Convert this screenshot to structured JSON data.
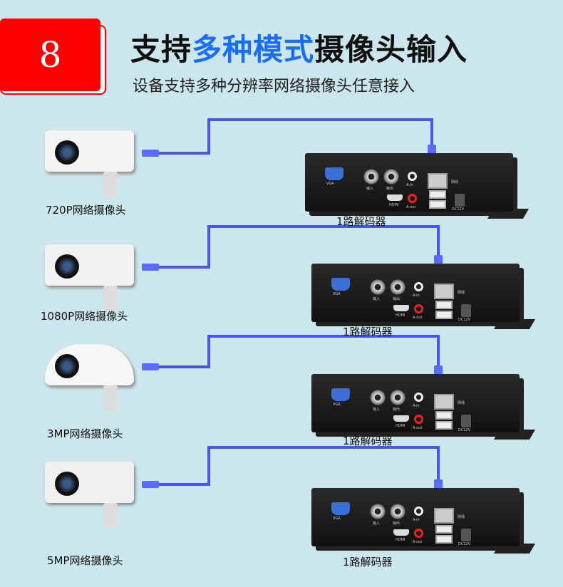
{
  "header": {
    "step_number": "8",
    "title_part1": "支持",
    "title_highlight": "多种模式",
    "title_part2": "摄像头输入",
    "subtitle": "设备支持多种分辨率网络摄像头任意接入"
  },
  "colors": {
    "badge": "#ff0000",
    "highlight": "#1a6ef5",
    "cable": "#4a55f0",
    "background": "#cbe7ed"
  },
  "ports": {
    "vga": "VGA",
    "in": "输入",
    "out": "输出",
    "a_in": "A-in",
    "hdmi": "HDMI",
    "a_out": "A-out",
    "lan": "网线",
    "dc": "DC12V"
  },
  "rows": [
    {
      "camera_label": "720P网络摄像头",
      "decoder_label": "1路解码器"
    },
    {
      "camera_label": "1080P网络摄像头",
      "decoder_label": "1路解码器"
    },
    {
      "camera_label": "3MP网络摄像头",
      "decoder_label": "1路解码器"
    },
    {
      "camera_label": "5MP网络摄像头",
      "decoder_label": "1路解码器"
    }
  ]
}
